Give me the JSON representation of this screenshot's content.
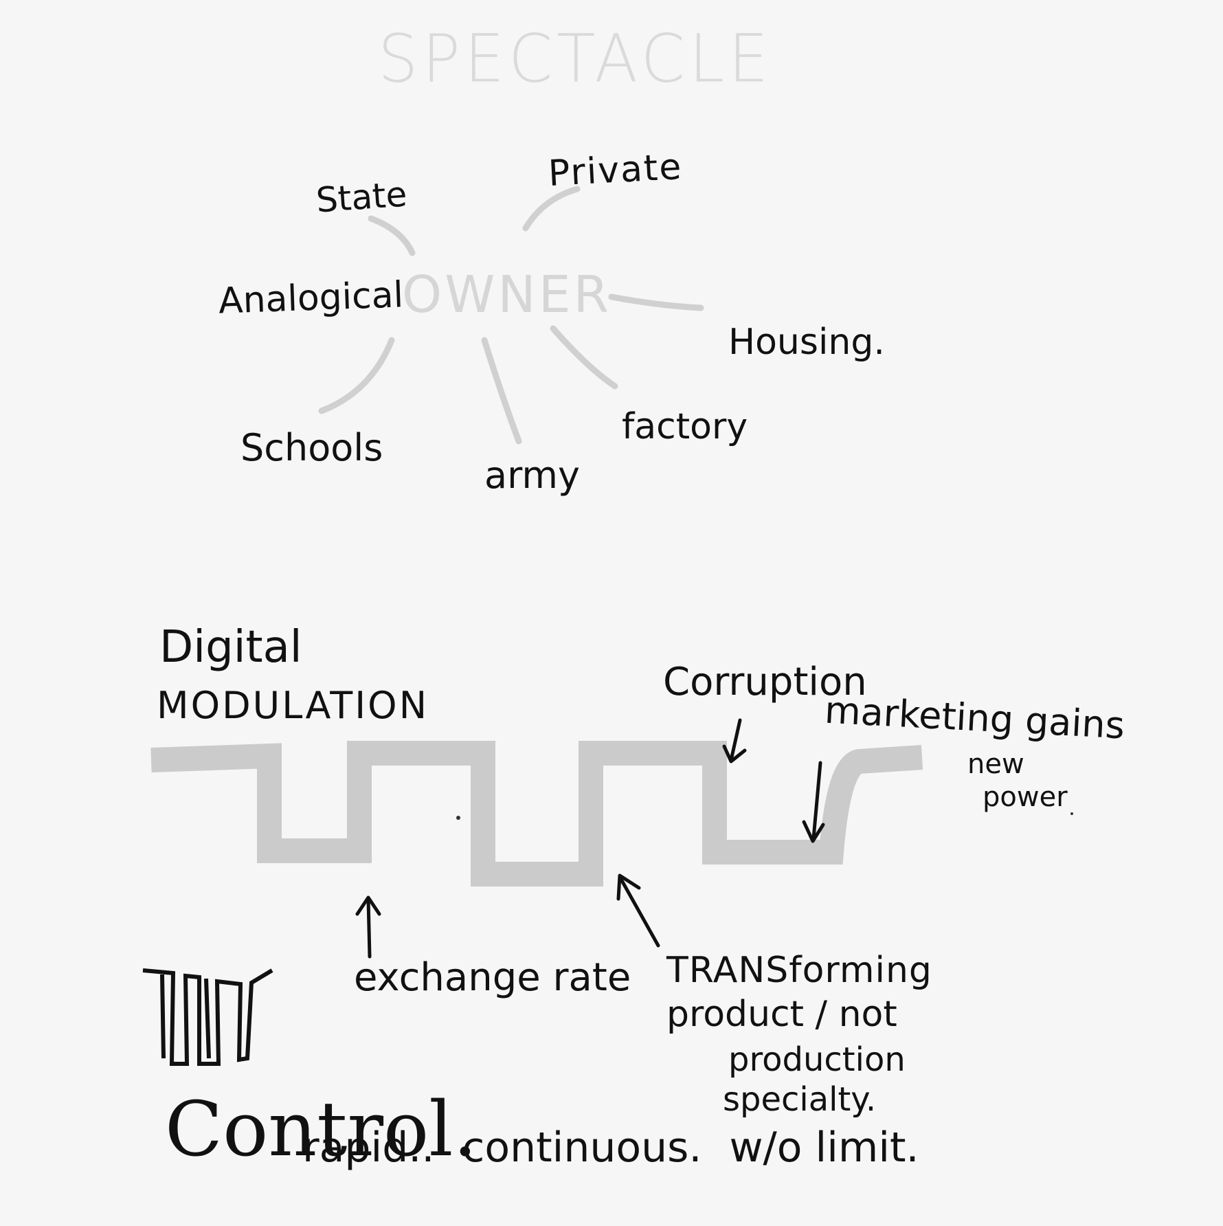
{
  "title": "SPECTACLE",
  "top_diagram": {
    "center": "OWNER",
    "branches": {
      "state": "State",
      "private": "Private",
      "analogical": "Analogical",
      "housing": "Housing.",
      "schools": "Schools",
      "army": "army",
      "factory": "factory"
    }
  },
  "bottom_diagram": {
    "heading_line1": "Digital",
    "heading_line2": "MODULATION",
    "corruption": "Corruption",
    "marketing_line1": "marketing gains",
    "marketing_line2": "new",
    "marketing_line3": "power",
    "exchange_rate": "exchange rate",
    "transform_line1": "TRANSforming",
    "transform_line2": "product / not",
    "transform_line3": "production",
    "transform_line4": "specialty."
  },
  "footer": {
    "control": "Control.",
    "rapid": "rapid..",
    "continuous": "continuous.",
    "limit": "w/o limit."
  },
  "colors": {
    "ink": "#111111",
    "faint_ink": "#d4d4d4",
    "wave": "#cccccc",
    "paper": "#f6f6f6"
  }
}
